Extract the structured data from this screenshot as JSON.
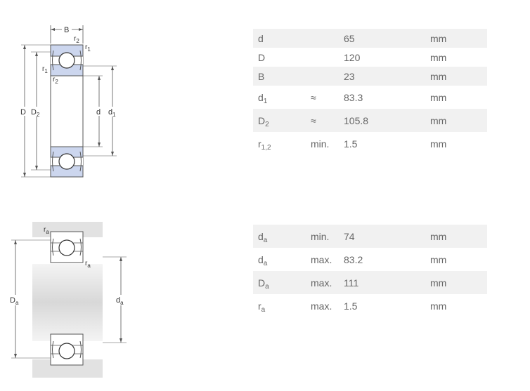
{
  "table1": [
    {
      "sym": "d",
      "sub": "",
      "q": "",
      "v": "65",
      "u": "mm"
    },
    {
      "sym": "D",
      "sub": "",
      "q": "",
      "v": "120",
      "u": "mm"
    },
    {
      "sym": "B",
      "sub": "",
      "q": "",
      "v": "23",
      "u": "mm"
    },
    {
      "sym": "d",
      "sub": "1",
      "q": "≈",
      "v": "83.3",
      "u": "mm"
    },
    {
      "sym": "D",
      "sub": "2",
      "q": "≈",
      "v": "105.8",
      "u": "mm"
    },
    {
      "sym": "r",
      "sub": "1,2",
      "q": "min.",
      "v": "1.5",
      "u": "mm"
    }
  ],
  "table2": [
    {
      "sym": "d",
      "sub": "a",
      "q": "min.",
      "v": "74",
      "u": "mm"
    },
    {
      "sym": "d",
      "sub": "a",
      "q": "max.",
      "v": "83.2",
      "u": "mm"
    },
    {
      "sym": "D",
      "sub": "a",
      "q": "max.",
      "v": "111",
      "u": "mm"
    },
    {
      "sym": "r",
      "sub": "a",
      "q": "max.",
      "v": "1.5",
      "u": "mm"
    }
  ],
  "diagram1": {
    "B": "B",
    "r": "r",
    "sub1": "1",
    "sub2": "2",
    "D": "D",
    "D2": "D",
    "d": "d",
    "d1": "d"
  },
  "diagram2": {
    "r": "r",
    "sub_a": "a",
    "D": "D",
    "d": "d"
  }
}
